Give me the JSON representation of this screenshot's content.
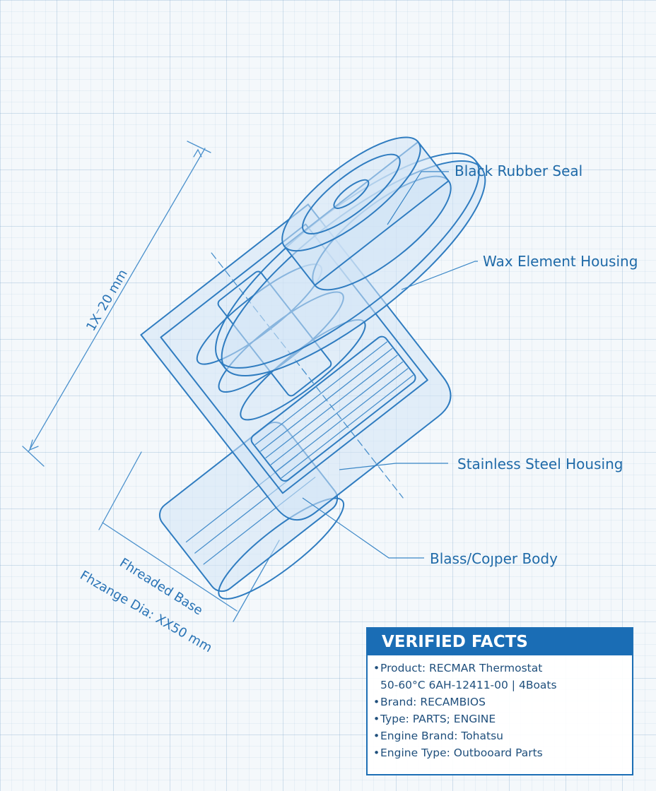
{
  "callouts": {
    "seal": "Black Rubber Seal",
    "wax": "Wax Element Housing",
    "housing": "Stainless Steel Housing",
    "body": "Blass/Coȷper Body"
  },
  "dimensions": {
    "length": "1X⁻20 mm",
    "base": "Fhreaded Base",
    "flange": "Fhzange Dia: XX50 mm"
  },
  "facts": {
    "title": "VERIFIED FACTS",
    "product_line1": "Product: RECMAR Thermostat",
    "product_line2": "50-60°C 6AH-12411-00 | 4Boats",
    "brand": "Brand: RECAMBIOS",
    "type": "Type: PARTS; ENGINE",
    "engine_brand": "Engine Brand: Tohatsu",
    "engine_type": "Engine Type: Outbooard Parts"
  },
  "colors": {
    "ink": "#2f7cc0",
    "header": "#1a6db5",
    "paper": "#f4f8fb"
  }
}
